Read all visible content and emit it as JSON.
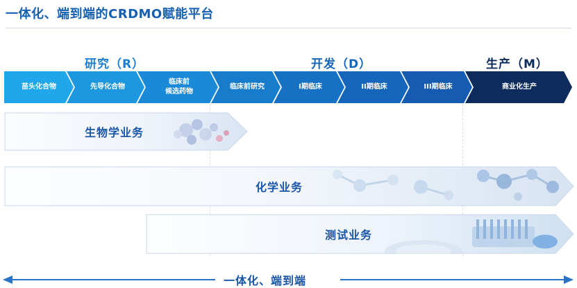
{
  "title": "一体化、端到端的CRDMO赋能平台",
  "phases": {
    "research": "研究（R）",
    "development": "开发（D）",
    "manufacturing": "生产（M）"
  },
  "stages": [
    {
      "label": "苗头化合物"
    },
    {
      "label": "先导化合物"
    },
    {
      "label": "临床前\n候选药物"
    },
    {
      "label": "临床前研究"
    },
    {
      "label": "I期临床"
    },
    {
      "label": "II期临床"
    },
    {
      "label": "III期临床"
    },
    {
      "label": "商业化生产"
    }
  ],
  "businesses": {
    "biology": "生物学业务",
    "chemistry": "化学业务",
    "testing": "测试业务"
  },
  "footer": "一体化、端到端",
  "colors": {
    "title": "#1560b0",
    "stage_light": "#1fa3e8",
    "stage_mid": "#1976cf",
    "stage_dark": "#0d2b5c",
    "band_text": "#1a56a8"
  }
}
